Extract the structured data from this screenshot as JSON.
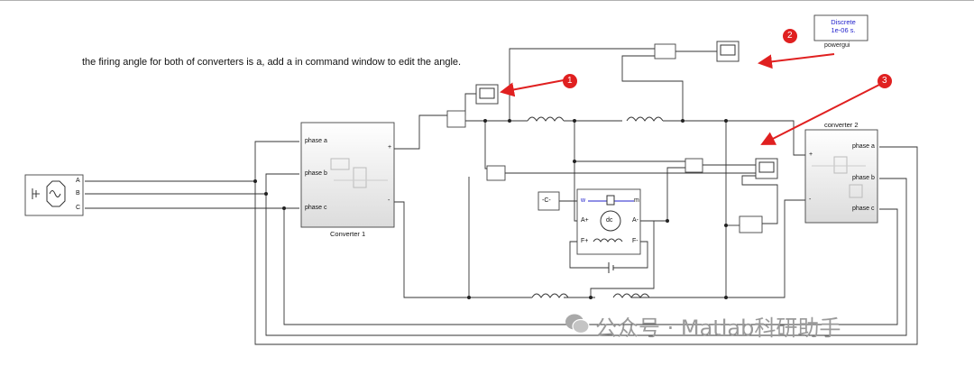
{
  "note": "the firing angle for both of converters is a, add a in  command window to edit the angle.",
  "powergui": {
    "line1": "Discrete",
    "line2": "1e-06 s.",
    "label": "powergui"
  },
  "converter1": {
    "label": "Converter 1",
    "ports": [
      "phase a",
      "phase b",
      "phase c"
    ],
    "plus": "+",
    "minus": "-"
  },
  "converter2": {
    "label": "converter 2",
    "ports": [
      "phase a",
      "phase b",
      "phase c"
    ],
    "plus": "+",
    "minus": "-"
  },
  "source": {
    "ports": [
      "A",
      "B",
      "C"
    ]
  },
  "dcmotor": {
    "ports_left": [
      "w",
      "A+",
      "F+"
    ],
    "ports_right": [
      "m",
      "A-",
      "F-"
    ],
    "center": "dc"
  },
  "constant": {
    "value": "-C-"
  },
  "markers": [
    "1",
    "2",
    "3"
  ],
  "colors": {
    "wire": "#333333",
    "block_border": "#444444",
    "marker": "#e02020",
    "text_blue": "#2222cc"
  },
  "watermark": "公众号 · Matlab科研助手"
}
